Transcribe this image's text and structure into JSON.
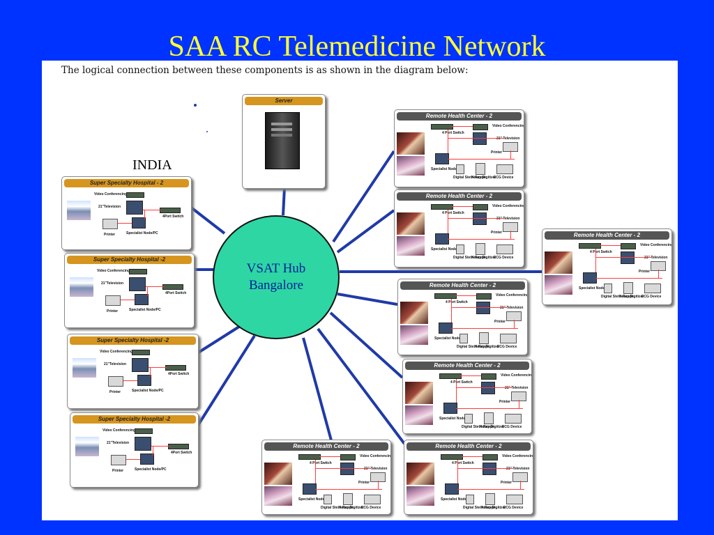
{
  "title": "SAA RC  Telemedicine  Network",
  "intro": "The logical connection between these components is as shown in the diagram below:",
  "india_label": "INDIA",
  "hub": {
    "line1": "VSAT Hub",
    "line2": "Bangalore"
  },
  "server": {
    "label": "Server"
  },
  "hospital": {
    "headers": [
      "Super Specialty Hospital - 2",
      "Super Specialty Hospital -2",
      "Super Specialty Hospital -2",
      "Super Specialty Hospital -2"
    ],
    "video": "Video Conferencing",
    "tv": "21\"Television",
    "printer": "Printer",
    "workstation": "Specialist Node/PC",
    "switch": "4Port Switch"
  },
  "rhc": {
    "header": "Remote Health Center - 2",
    "switch": "4 Port Switch",
    "video": "Video Conferencing",
    "tv": "21\" Television",
    "printer": "Printer",
    "workstation": "Specialist Node/PC",
    "digital": "Digital Stethoscope",
    "xray": "X-Ray Digitizer",
    "ecg": "ECG Device"
  },
  "colors": {
    "background": "#0033ff",
    "title": "#ffff33",
    "hub": "#2ed6a4",
    "link": "#1f3aa8",
    "wire": "#ff3b3b"
  }
}
